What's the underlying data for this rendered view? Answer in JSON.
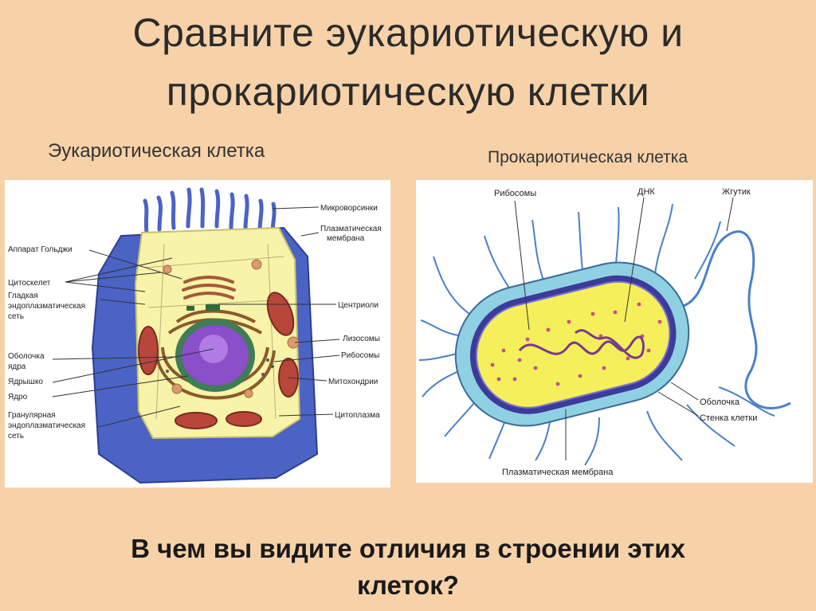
{
  "title": {
    "line1": "Сравните эукариотическую и",
    "line2": "прокариотическую клетки"
  },
  "eukaryote": {
    "subtitle": "Эукариотическая клетка",
    "labels": {
      "microvilli": "Микроворсинки",
      "membrane_1": "Плазматическая",
      "membrane_2": "мембрана",
      "golgi": "Аппарат Гольджи",
      "cytoskeleton": "Цитоскелет",
      "smooth_er_1": "Гладкая",
      "smooth_er_2": "эндоплазматическая",
      "smooth_er_3": "сеть",
      "centrioles": "Центриоли",
      "lysosomes": "Лизосомы",
      "nuclear_envelope_1": "Оболочка",
      "nuclear_envelope_2": "ядра",
      "ribosomes": "Рибосомы",
      "nucleolus": "Ядрышко",
      "mitochondria": "Митохондрии",
      "nucleus": "Ядро",
      "rough_er_1": "Гранулярная",
      "rough_er_2": "эндоплазматическая",
      "rough_er_3": "сеть",
      "cytoplasm": "Цитоплазма"
    }
  },
  "prokaryote": {
    "subtitle": "Прокариотическая клетка",
    "labels": {
      "ribosomes": "Рибосомы",
      "dna": "ДНК",
      "flagellum": "Жгутик",
      "capsule": "Оболочка",
      "cell_wall": "Стенка клетки",
      "plasma_membrane": "Плазматическая мембрана"
    }
  },
  "question": {
    "line1": "В чем вы видите отличия в строении этих",
    "line2": "клеток?"
  },
  "colors": {
    "background": "#f7d2a9",
    "outer_membrane": "#4a63c4",
    "cytoplasm": "#f7f3a8",
    "nucleus": "#8a4fc9",
    "mitochondria": "#b8463b",
    "bacterium_capsule": "#8fd0e2",
    "bacterium_inner": "#f4ef5a",
    "flagella": "#4a80c8"
  }
}
